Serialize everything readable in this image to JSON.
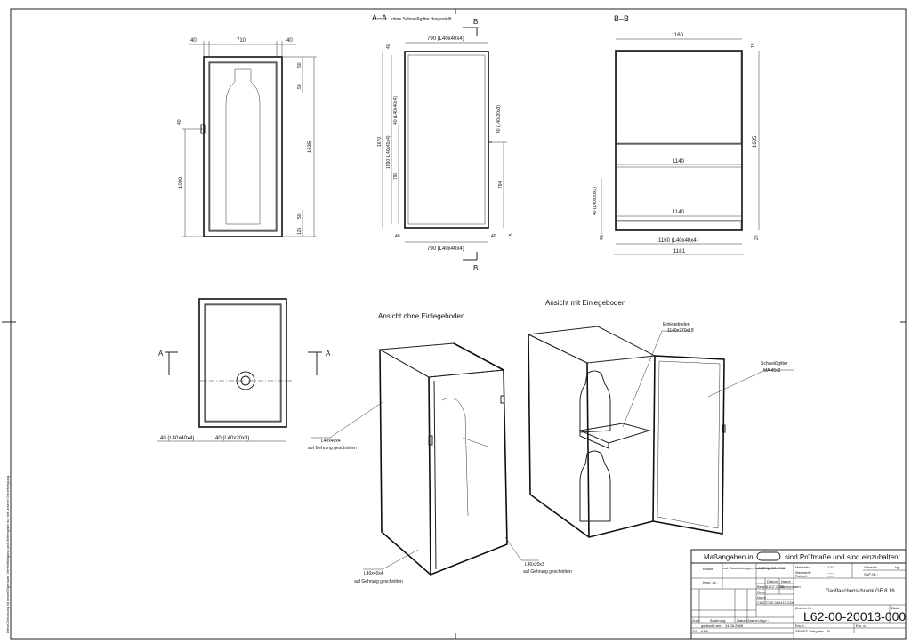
{
  "views": {
    "section_aa_title": "A–A",
    "section_aa_note": "ohne Schweißgitter dargestellt",
    "section_bb_title": "B–B",
    "section_marker_b": "B",
    "section_marker_a": "A",
    "iso_left_title": "Ansicht ohne Einlegeboden",
    "iso_right_title": "Ansicht mit Einlegeboden"
  },
  "front_view": {
    "dim_top_left": "40",
    "dim_top_mid": "710",
    "dim_top_right": "40",
    "dim_right_total": "1635",
    "dim_right_top_a": "50",
    "dim_right_top_b": "50",
    "dim_right_bot_a": "50",
    "dim_right_bot_b": "125",
    "dim_left_handle": "40",
    "dim_left_height": "1000"
  },
  "section_aa": {
    "top_profile": "790 (L40x40x4)",
    "bottom_profile": "790 (L40x40x4)",
    "left_total": "1670",
    "left_inner": "1590 (L40x40x4)",
    "left_upper": "40 (L40x40x4)",
    "left_lower": "790",
    "left_top": "40",
    "right_profile": "40 (L40x20x3)",
    "right_dim": "794",
    "right_bot": "15",
    "bottom_left": "40",
    "bottom_right": "40"
  },
  "section_bb": {
    "width_top": "1160",
    "dim_right_top": "15",
    "dim_right_total": "1635",
    "shelf_upper": "1140",
    "shelf_lower": "1140",
    "left_profile": "40 (L40x20x3)",
    "bottom_profile": "1160 (L40x40x4)",
    "bottom_total": "1181",
    "dim_left_bot": "75",
    "dim_right_bot": "20"
  },
  "top_view": {
    "dim_left": "40 (L40x40x4)",
    "dim_right": "40 (L40x20x3)"
  },
  "callouts": {
    "l1_line1": "L40x40x4",
    "l1_line2": "auf Gehrung geschnitten",
    "l2_line1": "L40x40x4",
    "l2_line2": "auf Gehrung geschnitten",
    "l3_line1": "L40x20x3",
    "l3_line2": "auf Gehrung geschnitten",
    "shelf_line1": "Einlegeboden",
    "shelf_line2": "1140x770x18",
    "mesh_line1": "Schweißgitter",
    "mesh_line2": "MA 45x3"
  },
  "title_block": {
    "banner_pre": "Maßangaben in",
    "banner_post": "sind Prüfmaße und sind einzuhalten!",
    "kunde_label": "Kunde",
    "kom_label": "Kom.-Nr.:",
    "allg_label": "zul. Abweichungen nach DIN ISO 2768",
    "auftrag_label": "Auftragsvolumen:",
    "massstab_label": "Maßstab:",
    "massstab_value": "1:10",
    "werkstoff_label": "Werkstoff:",
    "werkstoff_value": "------",
    "rohteil_label": "Rohteil:",
    "rohteil_value": "------",
    "gewicht_label": "Gewicht:",
    "gewicht_unit": "kg",
    "sap_label": "SAP-Nr.:",
    "datum_label": "Datum",
    "name_label": "Name",
    "bearb_label": "Bearb.",
    "bearb_date": "21.07.2008",
    "bearb_name": "Wennemann",
    "gepr_label": "Gepr.",
    "norm_label": "Norm",
    "cad_label": "CAD:",
    "cad_value": "CSE-080415-02A",
    "title": "Gasflaschenschrank GF 8.16",
    "zeichnr_label": "Zeichn.-Nr.:",
    "drawing_number": "L62-00-20013-000",
    "blatt_label": "Blatt:",
    "ers_fuer": "Ers. f.:",
    "ers_durch": "Ers. d.:",
    "zust_label": "Zust.",
    "aenderung_label": "Änderung",
    "rev_datum_label": "Datum",
    "rev_name_label": "Name",
    "urspr_label": "Urspr.:",
    "gedruckt_label": "gedruckt am:",
    "gedruckt_value": "14.06.2008",
    "freigabe_label": "SEMSS-Freigabe:",
    "freigabe_value": "N",
    "zv_label": "ZV:",
    "zv_value": "KSN"
  },
  "margin_note": "Diese Zeichnung ist unser Eigentum. Vervielfältigung und Weitergabe nur mit unserer Genehmigung."
}
